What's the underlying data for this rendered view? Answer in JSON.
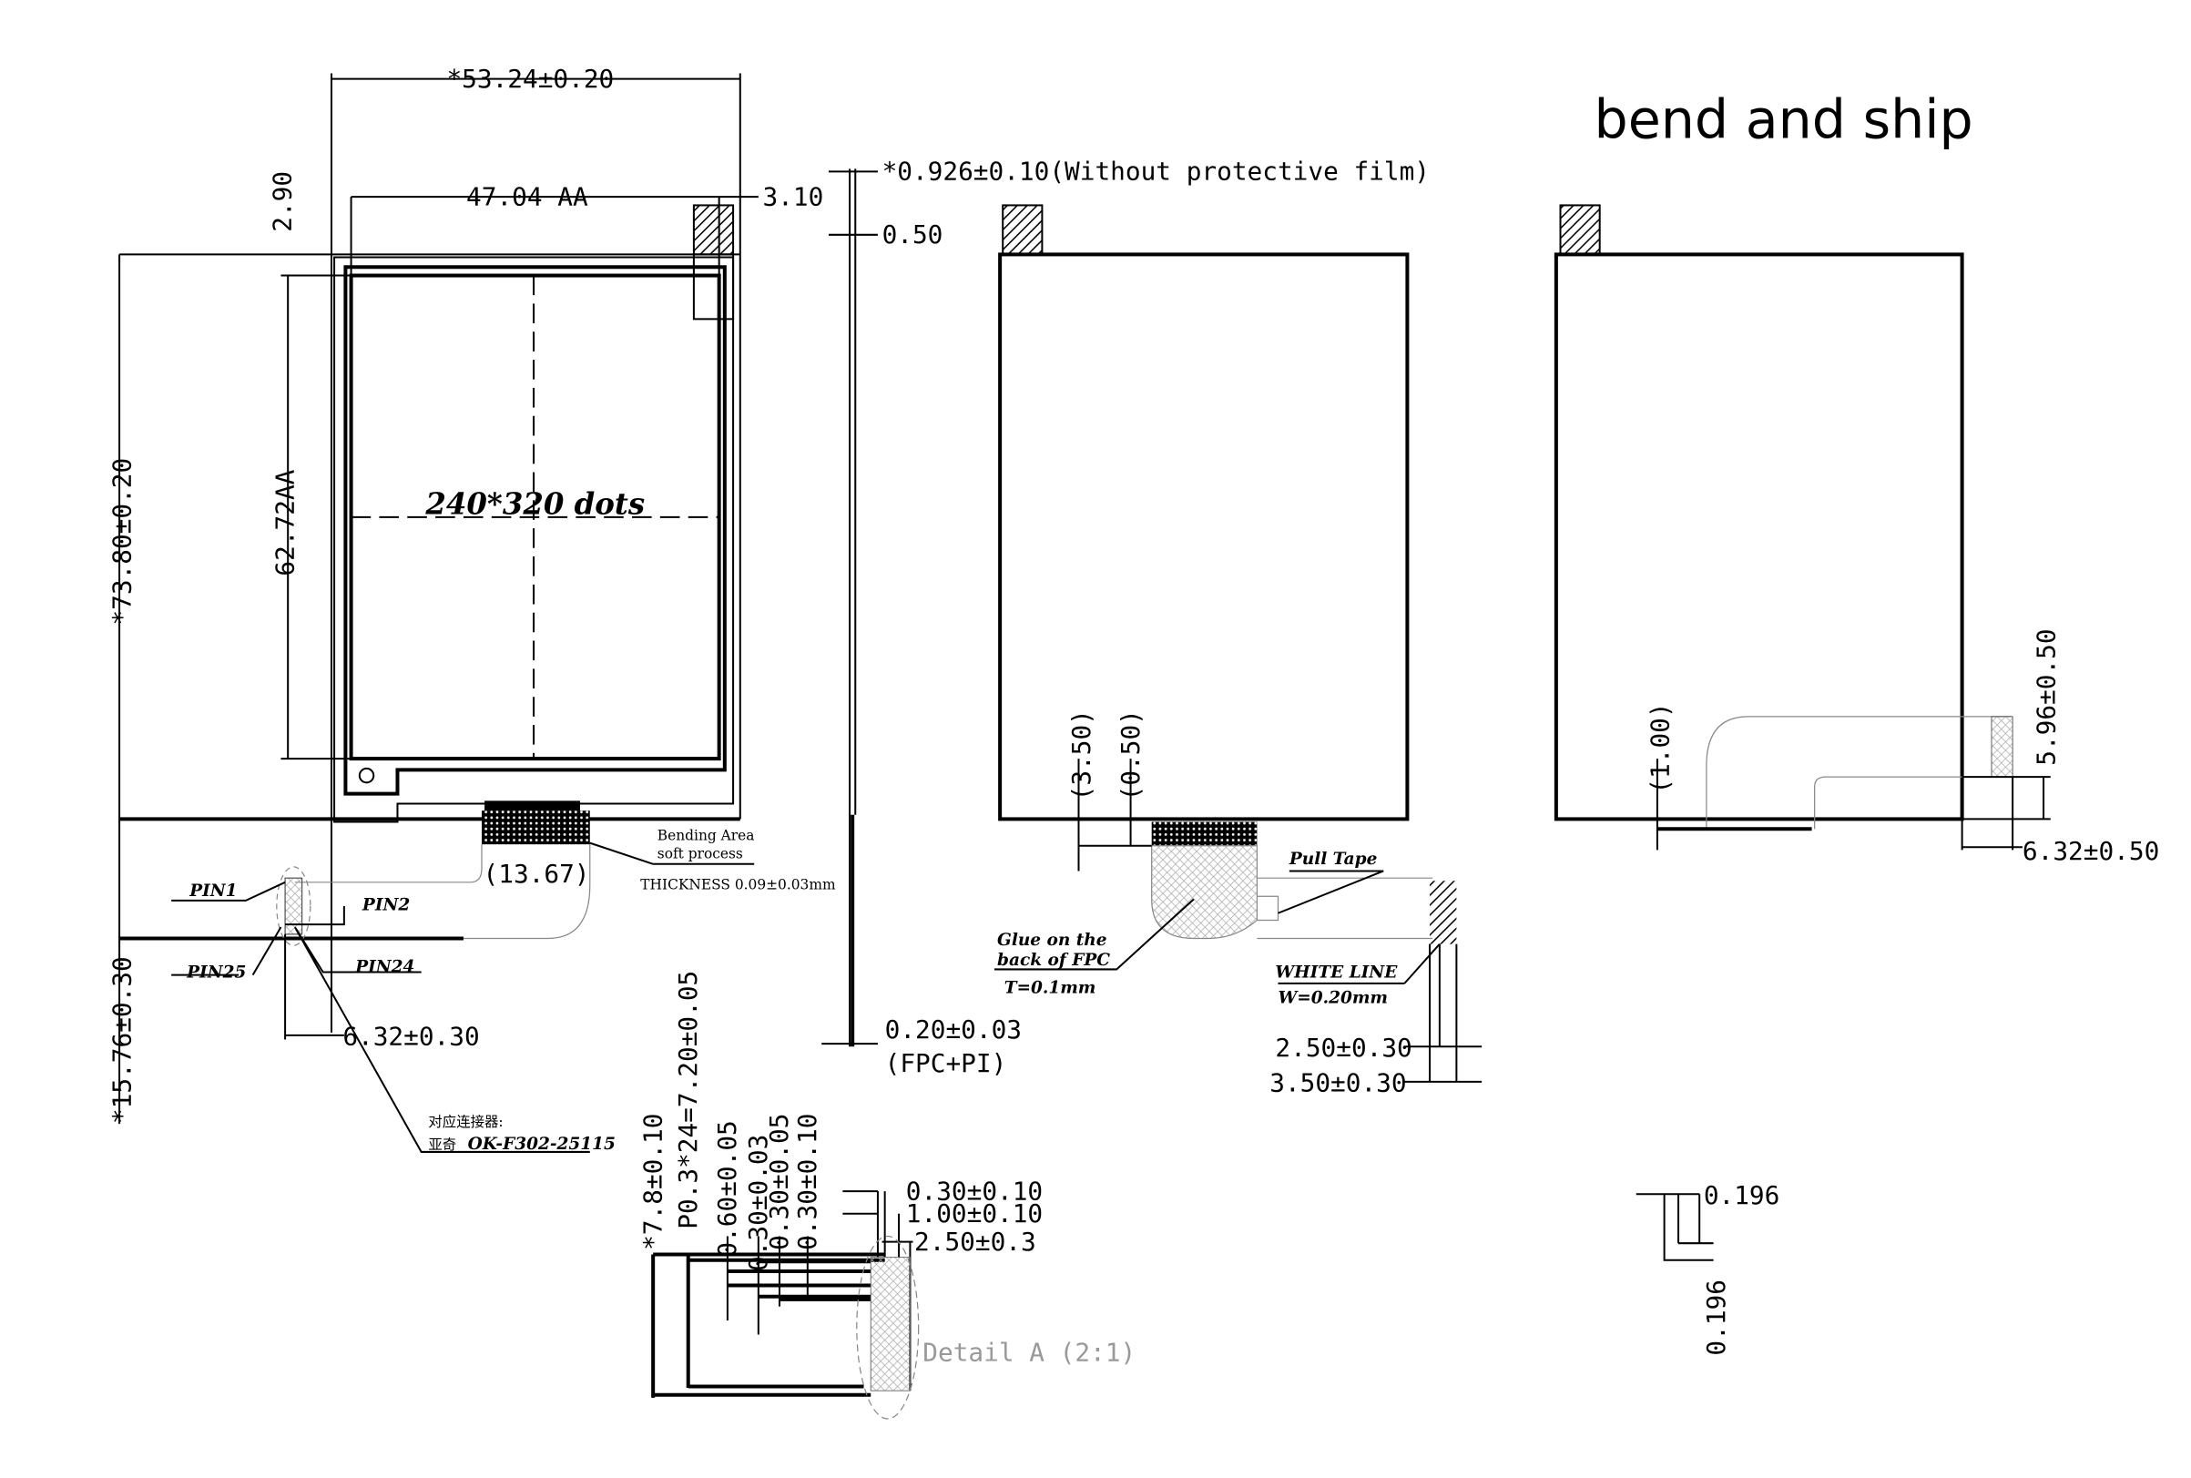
{
  "title": "bend and ship",
  "front": {
    "width": "*53.24±0.20",
    "aa_width": "47.04 AA",
    "top_offset": "3.10",
    "top_margin": "2.90",
    "height": "*73.80±0.20",
    "aa_height": "62.72AA",
    "resolution": "240*320 dots",
    "fpc_length": "*15.76±0.30",
    "fpc_width": "(13.67)",
    "bend_area_1": "Bending Area",
    "bend_area_2": "soft process",
    "thickness": "THICKNESS 0.09±0.03mm",
    "pin1": "PIN1",
    "pin2": "PIN2",
    "pin25": "PIN25",
    "pin24": "PIN24",
    "pin_offset": "6.32±0.30",
    "connector_label": "对应连接器:",
    "connector_brand": "亚奇",
    "connector_model": "OK-F302-25115"
  },
  "side": {
    "thickness": "*0.926±0.10(Without protective film)",
    "gap": "0.50",
    "fpc_thickness": "0.20±0.03",
    "fpc_note": "(FPC+PI)"
  },
  "back": {
    "dim_a": "(3.50)",
    "dim_b": "(0.50)",
    "pull_tape": "Pull Tape",
    "glue_1": "Glue on the",
    "glue_2": "back of FPC",
    "glue_3": "T=0.1mm",
    "white_line": "WHITE LINE",
    "white_w": "W=0.20mm",
    "dim_c": "2.50±0.30",
    "dim_d": "3.50±0.30"
  },
  "bent": {
    "dim_a": "(1.00)",
    "dim_b": "5.96±0.50",
    "dim_c": "6.32±0.50",
    "dim_d": "0.196",
    "dim_e": "0.196"
  },
  "detail": {
    "d1": "*7.8±0.10",
    "d2": "P0.3*24=7.20±0.05",
    "d3": "0.60±0.05",
    "d4": "0.30±0.03",
    "d5": "0.30±0.05",
    "d6": "0.30±0.10",
    "r1": "0.30±0.10",
    "r2": "1.00±0.10",
    "r3": "2.50±0.3",
    "label": "Detail A (2:1)"
  }
}
